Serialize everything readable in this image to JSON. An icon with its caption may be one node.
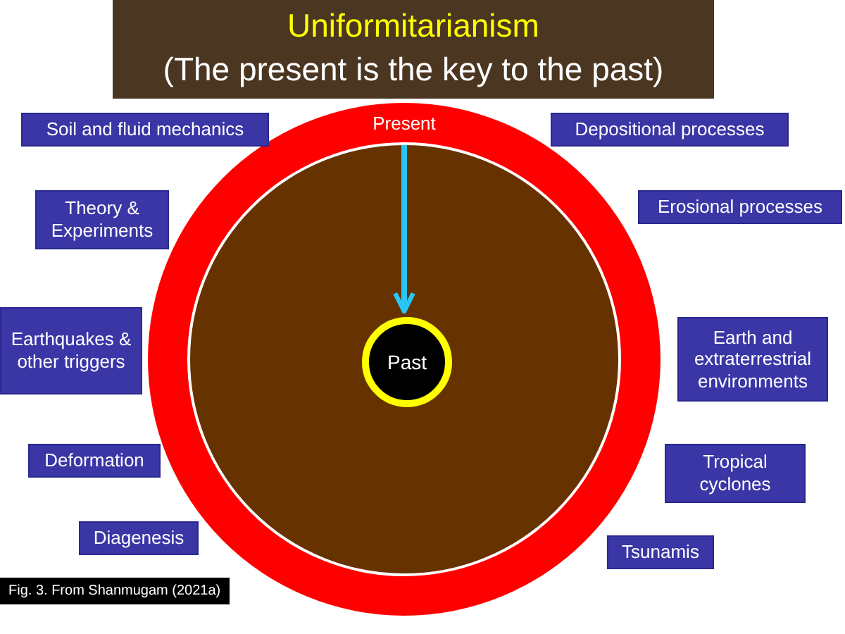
{
  "diagram": {
    "title": "Uniformitarianism",
    "caption": "Fig. 3. From Shanmugam (2021a)",
    "nodes": [
      {
        "text": [
          "Present"
        ]
      },
      {
        "text": [],
        "shape": "circle",
        "in": 0
      },
      {
        "text": [
          "Past"
        ],
        "in": 1
      },
      {
        "text": [
          "Soil and fluid mechanics"
        ]
      },
      {
        "text": [
          "Depositional processes"
        ]
      },
      {
        "text": [
          "Theory & Experiments"
        ]
      },
      {
        "text": [
          "Erosional processes"
        ]
      },
      {
        "text": [
          "Earthquakes & other triggers"
        ]
      },
      {
        "text": [
          "Earth and extraterrestrial environments"
        ]
      },
      {
        "text": [
          "Deformation"
        ]
      },
      {
        "text": [
          "Tropical cyclones"
        ]
      },
      {
        "text": [
          "Diagenesis"
        ]
      },
      {
        "text": [
          "Tsunamis"
        ]
      }
    ],
    "edges": [
      {
        "from": 0,
        "to": 2,
        "arrow": "to",
        "color": "#29c5f6"
      }
    ],
    "labels": [
      "(The present is the key to the past)"
    ]
  }
}
